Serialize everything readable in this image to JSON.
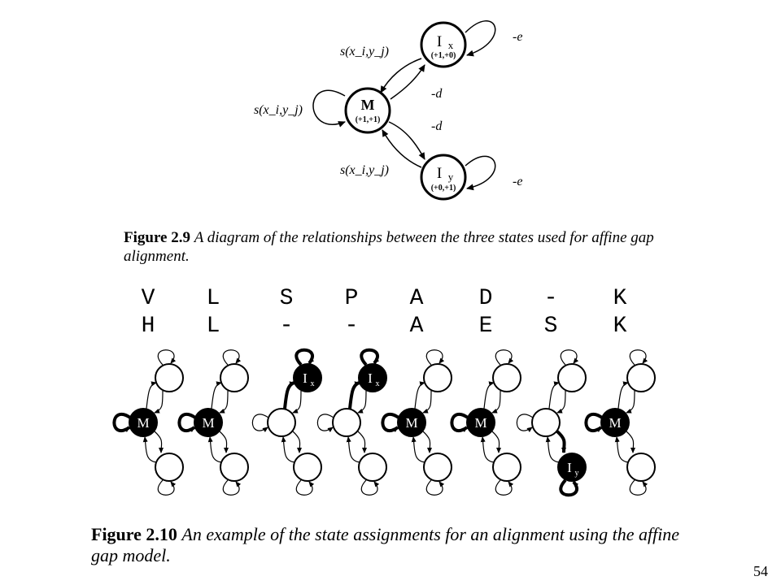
{
  "figure_2_9": {
    "states": [
      {
        "id": "Ix",
        "name": "I",
        "sub": "x",
        "coords": "(+1,+0)"
      },
      {
        "id": "M",
        "name": "M",
        "sub": "",
        "coords": "(+1,+1)"
      },
      {
        "id": "Iy",
        "name": "I",
        "sub": "y",
        "coords": "(+0,+1)"
      }
    ],
    "edge_labels": {
      "ix_to_m": "s(x_i,y_j)",
      "m_self": "s(x_i,y_j)",
      "iy_to_m": "s(x_i,y_j)",
      "m_to_ix": "-d",
      "m_to_iy": "-d",
      "ix_self": "-e",
      "iy_self": "-e"
    },
    "caption_label": "Figure 2.9",
    "caption_text": "A diagram of the relationships between the three states used for affine gap alignment."
  },
  "figure_2_10": {
    "seq_top": [
      "V",
      "L",
      "S",
      "P",
      "A",
      "D",
      "-",
      "K"
    ],
    "seq_bottom": [
      "H",
      "L",
      "-",
      "-",
      "A",
      "E",
      "S",
      "K"
    ],
    "active_states": [
      "M",
      "M",
      "Ix",
      "Ix",
      "M",
      "M",
      "Iy",
      "M"
    ],
    "state_labels": {
      "M": "M",
      "Ix": "I",
      "Ix_sub": "x",
      "Iy": "I",
      "Iy_sub": "y"
    },
    "caption_label": "Figure 2.10",
    "caption_text": "An example of the state assignments for an alignment using the affine gap model."
  },
  "page_number": "54"
}
